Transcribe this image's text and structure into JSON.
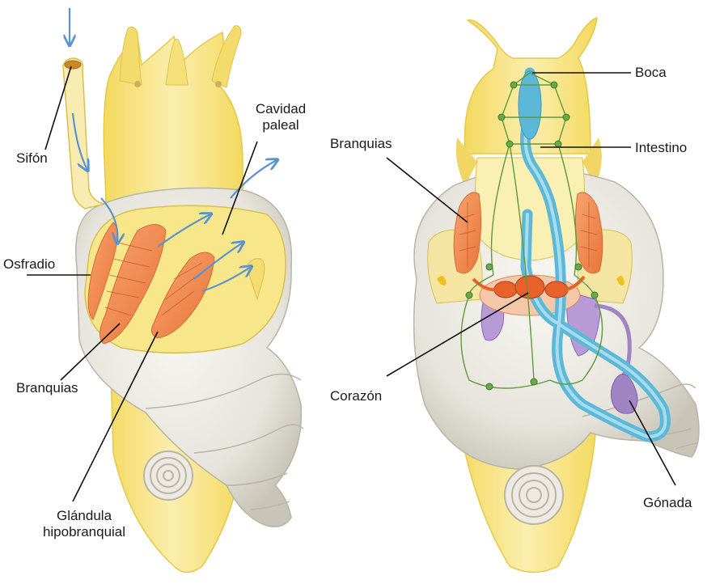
{
  "left_figure": {
    "labels": {
      "sifon": "Sifón",
      "cavidad_paleal": "Cavidad\npaleal",
      "osfradio": "Osfradio",
      "branquias": "Branquias",
      "glandula": "Glándula\nhipobranquial"
    }
  },
  "right_figure": {
    "labels": {
      "boca": "Boca",
      "branquias": "Branquias",
      "intestino": "Intestino",
      "corazon": "Corazón",
      "gonada": "Gónada"
    }
  },
  "colors": {
    "body_yellow": "#f6e27a",
    "body_light": "#fbf0b4",
    "shell_white": "#ecebe4",
    "shell_shadow": "#c9c6ba",
    "gill_orange": "#f08a4b",
    "heart_orange": "#e8602a",
    "intestine_blue": "#5bb8d8",
    "nerve_green": "#5e9a3e",
    "gonad_purple": "#a184c4",
    "flow_arrow": "#5b93cf",
    "leader_line": "#111111"
  }
}
